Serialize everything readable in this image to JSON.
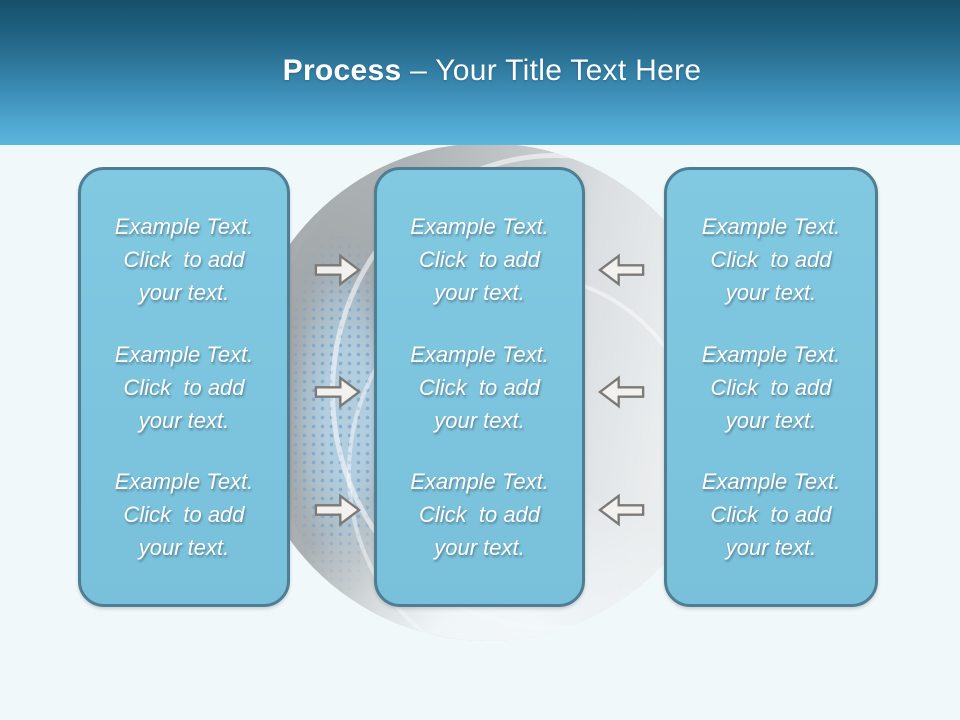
{
  "slide_title": {
    "emphasis": "Process",
    "rest": " – Your Title Text Here"
  },
  "boxes": [
    {
      "name": "left",
      "paragraphs": [
        "Example Text.\nClick  to add\nyour text.",
        "Example Text.\nClick  to add\nyour text.",
        "Example Text.\nClick  to add\nyour text."
      ]
    },
    {
      "name": "middle",
      "paragraphs": [
        "Example Text.\nClick  to add\nyour text.",
        "Example Text.\nClick  to add\nyour text.",
        "Example Text.\nClick  to add\nyour text."
      ]
    },
    {
      "name": "right",
      "paragraphs": [
        "Example Text.\nClick  to add\nyour text.",
        "Example Text.\nClick  to add\nyour text.",
        "Example Text.\nClick  to add\nyour text."
      ]
    }
  ],
  "arrows": [
    {
      "row": 1,
      "gap": "left-to-middle",
      "direction": "right"
    },
    {
      "row": 2,
      "gap": "left-to-middle",
      "direction": "right"
    },
    {
      "row": 3,
      "gap": "left-to-middle",
      "direction": "right"
    },
    {
      "row": 1,
      "gap": "right-to-middle",
      "direction": "left"
    },
    {
      "row": 2,
      "gap": "right-to-middle",
      "direction": "left"
    },
    {
      "row": 3,
      "gap": "right-to-middle",
      "direction": "left"
    }
  ],
  "colors": {
    "header_gradient_top": "#15506b",
    "header_gradient_bottom": "#5db5dc",
    "body_background": "#f1f8fa",
    "box_fill": "#7cc4de",
    "box_border": "#4f7e92",
    "arrow_fill": "#f3f1ee",
    "arrow_border": "#7a7a78",
    "title_text": "#ffffff",
    "body_text": "#ffffff"
  }
}
